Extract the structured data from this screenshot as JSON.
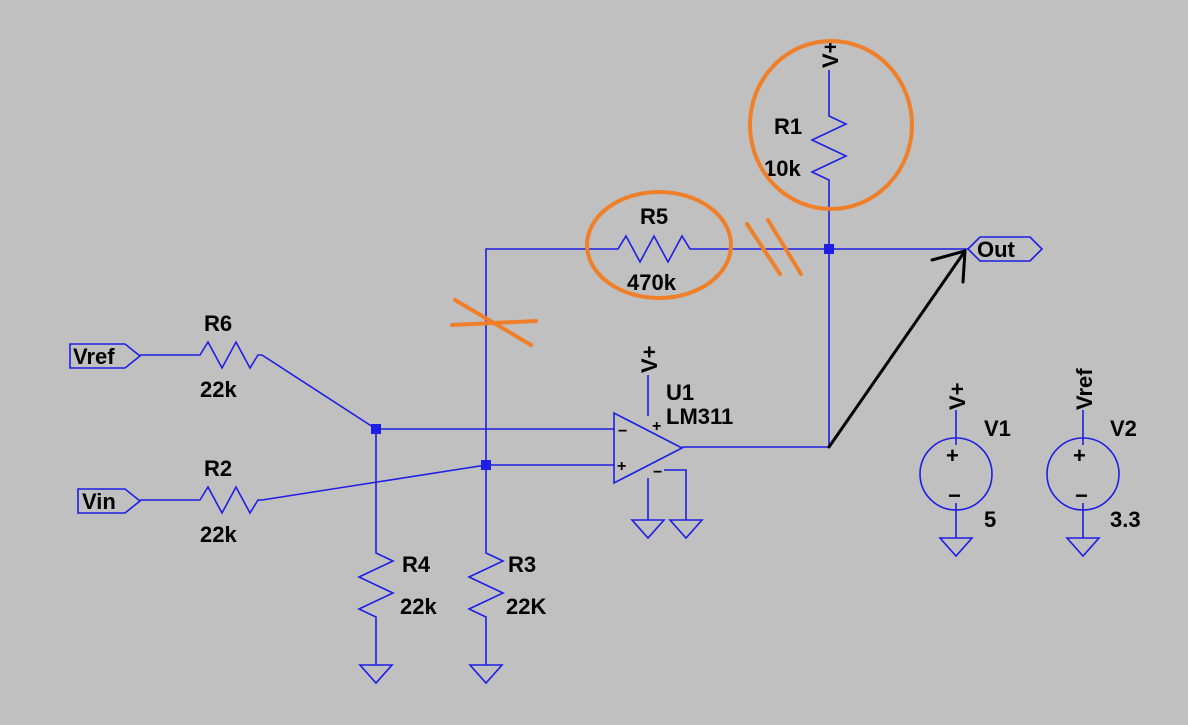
{
  "components": {
    "r1": {
      "ref": "R1",
      "value": "10k"
    },
    "r2": {
      "ref": "R2",
      "value": "22k"
    },
    "r3": {
      "ref": "R3",
      "value": "22K"
    },
    "r4": {
      "ref": "R4",
      "value": "22k"
    },
    "r5": {
      "ref": "R5",
      "value": "470k"
    },
    "r6": {
      "ref": "R6",
      "value": "22k"
    },
    "u1": {
      "ref": "U1",
      "model": "LM311",
      "plus": "+",
      "minus": "−"
    },
    "v1": {
      "ref": "V1",
      "value": "5"
    },
    "v2": {
      "ref": "V2",
      "value": "3.3"
    }
  },
  "nets": {
    "vplus": "V+",
    "vref": "Vref"
  },
  "ports": {
    "vref": "Vref",
    "vin": "Vin",
    "out": "Out"
  },
  "source_symbols": {
    "plus": "+",
    "minus": "−"
  },
  "colors": {
    "background": "#c0c0c0",
    "wire": "#1e1ee6",
    "annotation": "#f07f2a",
    "arrow": "#000000"
  }
}
